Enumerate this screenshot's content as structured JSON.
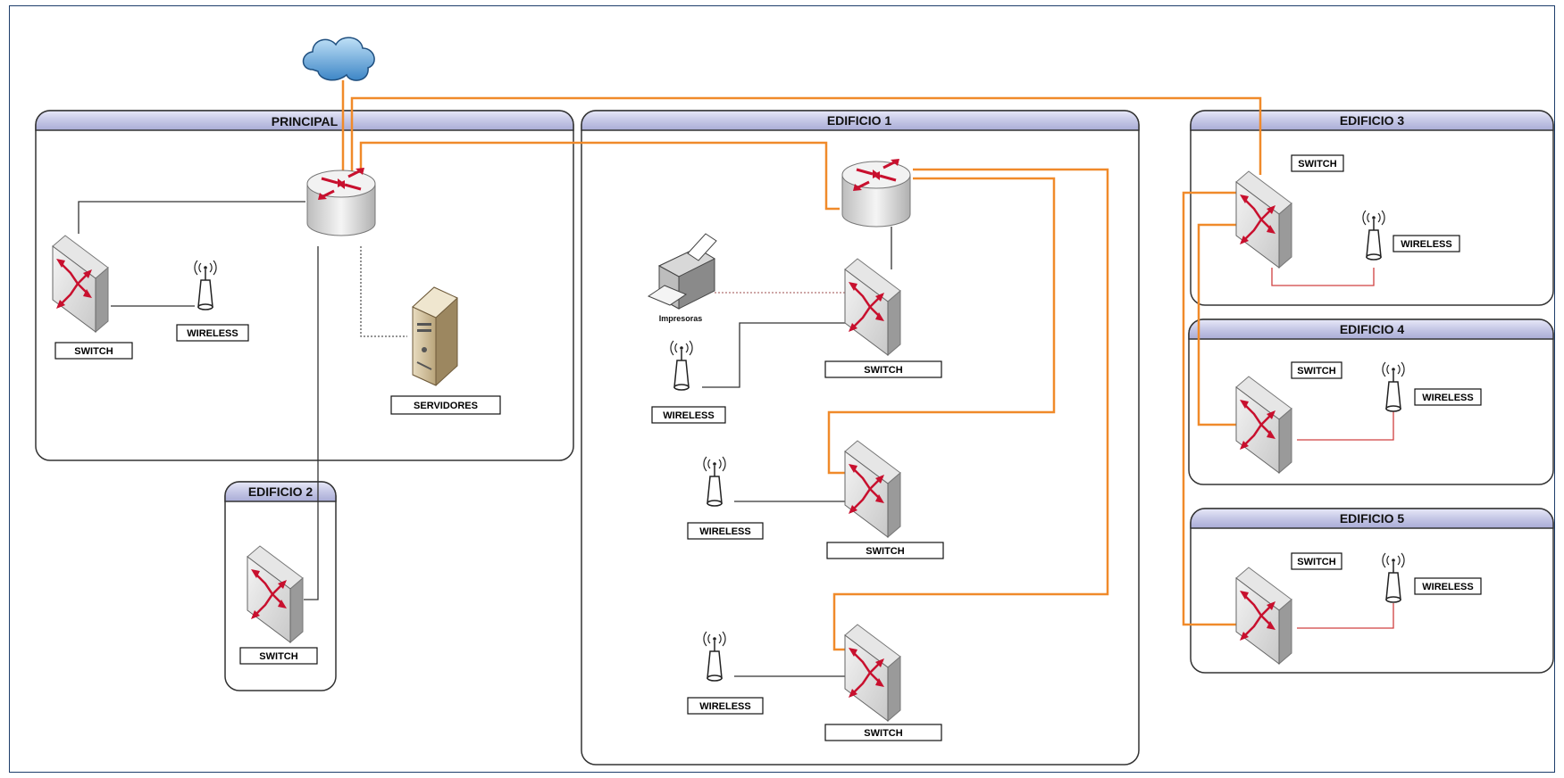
{
  "groups": {
    "principal": "PRINCIPAL",
    "edificio1": "EDIFICIO 1",
    "edificio2": "EDIFICIO 2",
    "edificio3": "EDIFICIO 3",
    "edificio4": "EDIFICIO 4",
    "edificio5": "EDIFICIO 5"
  },
  "labels": {
    "switch": "SWITCH",
    "wireless": "WIRELESS",
    "servidores": "SERVIDORES",
    "impresoras": "Impresoras"
  },
  "colors": {
    "frame": "#1d3d6b",
    "group_header": "#c9cbe8",
    "uplink": "#f08a2a",
    "lan": "#333333",
    "wireless_link": "#d04040",
    "printer_link": "#c08080"
  }
}
